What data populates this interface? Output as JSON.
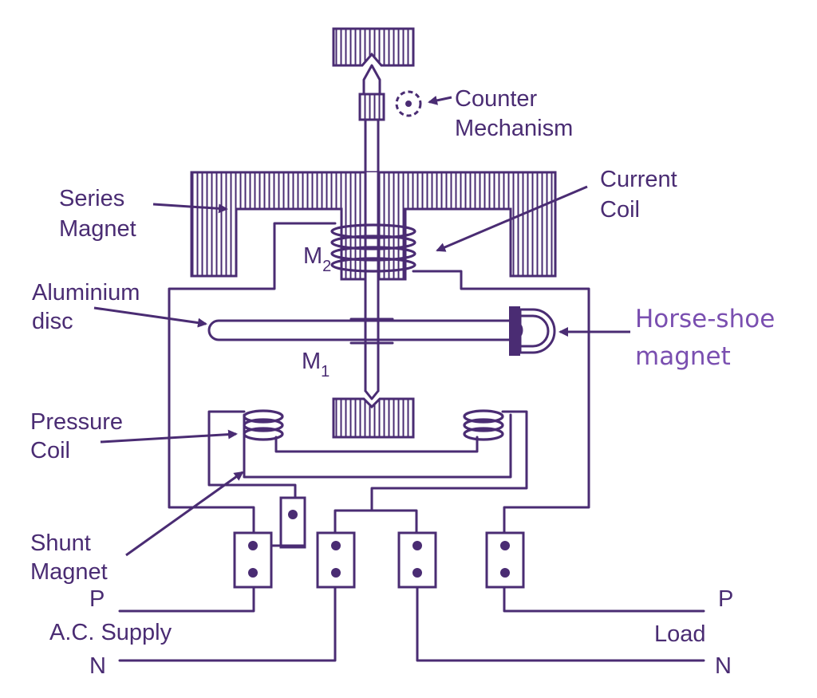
{
  "labels": {
    "counter": [
      "Counter",
      "Mechanism"
    ],
    "current_coil": [
      "Current",
      "Coil"
    ],
    "series_magnet": [
      "Series",
      "Magnet"
    ],
    "aluminium_disc": [
      "Aluminium",
      "disc"
    ],
    "horse_shoe": [
      "Horse-shoe",
      "magnet"
    ],
    "pressure_coil": [
      "Pressure",
      "Coil"
    ],
    "shunt_magnet": [
      "Shunt",
      "Magnet"
    ],
    "m2": "M",
    "m2_sub": "2",
    "m1": "M",
    "m1_sub": "1",
    "p_left": "P",
    "ac_supply": "A.C. Supply",
    "n_left": "N",
    "p_right": "P",
    "load": "Load",
    "n_right": "N"
  },
  "colors": {
    "ink": "#4a2c73",
    "horse_shoe_label": "#7a4fb0",
    "background": "#ffffff"
  }
}
